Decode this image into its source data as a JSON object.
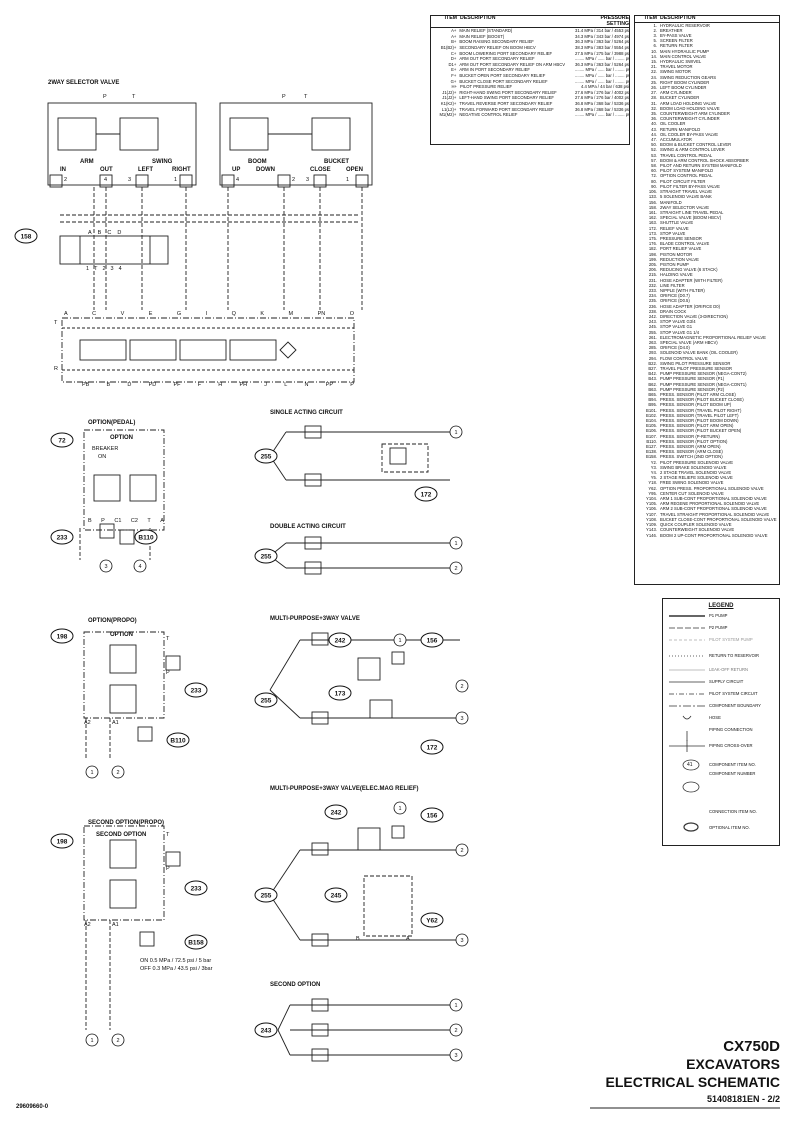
{
  "pressure_table": {
    "headers": [
      "ITEM",
      "DESCRIPTION",
      "PRESSURE SETTING"
    ],
    "rows": [
      [
        "A+",
        "MAIN RELIEF (STANDARD)",
        "31.4 MPa / 314 bar / 4553 psi"
      ],
      [
        "A+",
        "MAIN RELIEF (BOOST)",
        "34.3 MPa / 343 bar / 4974 psi"
      ],
      [
        "B+",
        "BOOM RAISING SECONDARY RELIEF",
        "36.3 MPa / 363 bar / 5264 psi"
      ],
      [
        "B1(B2)+",
        "SECONDARY RELIEF ON BOOM HBCV",
        "38.3 MPa / 383 bar / 5554 psi"
      ],
      [
        "C+",
        "BOOM LOWERING PORT SECONDARY RELIEF",
        "27.5 MPa / 275 bar / 3988 psi"
      ],
      [
        "D+",
        "ARM OUT PORT SECONDARY RELIEF",
        "........ MPa / ...... bar / ........ psi"
      ],
      [
        "D1+",
        "ARM OUT PORT SECONDARY RELIEF ON ARM HBCV",
        "36.3 MPa / 363 bar / 5264 psi"
      ],
      [
        "E+",
        "ARM IN PORT SECONDARY RELIEF",
        "........ MPa / ...... bar / ........ psi"
      ],
      [
        "F+",
        "BUCKET OPEN PORT SECONDARY RELIEF",
        "........ MPa / ...... bar / ........ psi"
      ],
      [
        "G+",
        "BUCKET CLOSE PORT SECONDARY RELIEF",
        "........ MPa / ...... bar / ........ psi"
      ],
      [
        "H+",
        "PILOT PRESSURE RELIEF",
        "4.4 MPa / 44 bar / 638 psi"
      ],
      [
        "J1(J2)+",
        "RIGHT-HAND SWING PORT SECONDARY RELIEF",
        "27.6 MPa / 276 bar / 4002 psi"
      ],
      [
        "J1(J2)+",
        "LEFT-HAND SWING PORT SECONDARY RELIEF",
        "27.6 MPa / 276 bar / 4002 psi"
      ],
      [
        "K1(K2)+",
        "TRAVEL REVERSE PORT SECONDARY RELIEF",
        "36.8 MPa / 368 bar / 5336 psi"
      ],
      [
        "L1(L2)+",
        "TRAVEL FORWARD PORT SECONDARY RELIEF",
        "36.8 MPa / 368 bar / 5336 psi"
      ],
      [
        "M1(M2)+",
        "NEGATIVE CONTROL RELIEF",
        "........ MPa / ...... bar / ........ psi"
      ]
    ]
  },
  "item_table": {
    "headers": [
      "ITEM",
      "DESCRIPTION"
    ],
    "rows": [
      [
        "1.",
        "HYDRAULIC RESERVOIR"
      ],
      [
        "2.",
        "BREATHER"
      ],
      [
        "3.",
        "BY-PASS VALVE"
      ],
      [
        "5.",
        "SCREEN FILTER"
      ],
      [
        "6.",
        "RETURN FILTER"
      ],
      [
        "10.",
        "MAIN HYDRAULIC PUMP"
      ],
      [
        "14.",
        "MAIN CONTROL VALVE"
      ],
      [
        "15.",
        "HYDRAULIC SWIVEL"
      ],
      [
        "21.",
        "TRAVEL MOTOR"
      ],
      [
        "22.",
        "SWING MOTOR"
      ],
      [
        "24.",
        "SWING REDUCTION GEARS"
      ],
      [
        "25.",
        "RIGHT BOOM CYLINDER"
      ],
      [
        "26.",
        "LEFT BOOM CYLINDER"
      ],
      [
        "27.",
        "ARM CYLINDER"
      ],
      [
        "28.",
        "BUCKET CYLINDER"
      ],
      [
        "31.",
        "ARM LOAD HOLDING VALVE"
      ],
      [
        "32.",
        "BOOM LOAD HOLDING VALVE"
      ],
      [
        "35.",
        "COUNTERWEIGHT ARM CYLINDER"
      ],
      [
        "36.",
        "COUNTERWEIGHT CYLINDER"
      ],
      [
        "40.",
        "OIL COOLER"
      ],
      [
        "43.",
        "RETURN MANIFOLD"
      ],
      [
        "44.",
        "OIL COOLER BY-PASS VALVE"
      ],
      [
        "47.",
        "ACCUMULATOR"
      ],
      [
        "50.",
        "BOOM & BUCKET CONTROL LEVER"
      ],
      [
        "52.",
        "SWING & ARM CONTROL LEVER"
      ],
      [
        "53.",
        "TRAVEL CONTROL PEDAL"
      ],
      [
        "57.",
        "BOOM & ARM CONTROL SHOCK ABSORBER"
      ],
      [
        "58.",
        "PILOT AND RETURN SYSTEM MANIFOLD"
      ],
      [
        "60.",
        "PILOT SYSTEM MANIFOLD"
      ],
      [
        "72.",
        "OPTION CONTROL PEDAL"
      ],
      [
        "80.",
        "PILOT CIRCUIT FILTER"
      ],
      [
        "90.",
        "PILOT FILTER BY-PASS VALVE"
      ],
      [
        "106.",
        "STRAIGHT TRAVEL VALVE"
      ],
      [
        "133.",
        "5 SOLENOID VALVE BANK"
      ],
      [
        "156.",
        "MANIFOLD"
      ],
      [
        "158.",
        "2WAY SELECTOR VALVE"
      ],
      [
        "161.",
        "STRAIGHT LINE TRAVEL PEDAL"
      ],
      [
        "162.",
        "SPECIAL VALVE (BOOM HBCV)"
      ],
      [
        "163.",
        "SHUTTLE VALVE"
      ],
      [
        "172.",
        "RELIEF VALVE"
      ],
      [
        "173.",
        "STOP VALVE"
      ],
      [
        "175.",
        "PRESSURE SENSOR"
      ],
      [
        "176.",
        "BLADE CONTROL VALVE"
      ],
      [
        "182.",
        "PORT RELIEF VALVE"
      ],
      [
        "198.",
        "PISTON MOTOR"
      ],
      [
        "199.",
        "REDUCTION VALVE"
      ],
      [
        "205.",
        "PISTON PUMP"
      ],
      [
        "206.",
        "REDUCING VALVE (6 STACK)"
      ],
      [
        "215.",
        "HALDING VALVE"
      ],
      [
        "231.",
        "HOSE ADAPTER (WITH FILTER)"
      ],
      [
        "232.",
        "LINE FILTER"
      ],
      [
        "233.",
        "NIPPLE (WITH FILTER)"
      ],
      [
        "234.",
        "ORIFICE (D0.7)"
      ],
      [
        "235.",
        "ORIFICE (D0.5)"
      ],
      [
        "236.",
        "HOSE ADAPTER (ORIFICE D0)"
      ],
      [
        "238.",
        "DRAIN COCK"
      ],
      [
        "242.",
        "DIRECTION VALVE (3-DIRECTION)"
      ],
      [
        "243.",
        "STOP VALVE G3/4"
      ],
      [
        "245.",
        "STOP VALVE G1"
      ],
      [
        "255.",
        "STOP VALVE G1 1/4"
      ],
      [
        "261.",
        "ELECTROMAGNETIC PROPORTIONAL RELIEF VALVE"
      ],
      [
        "263.",
        "SPECIAL VALVE (ARM HBCV)"
      ],
      [
        "285.",
        "ORIFICE (D4.0)"
      ],
      [
        "293.",
        "SOLENOID VALVE BANK (OIL COOLER)"
      ],
      [
        "294.",
        "FLOW CONTROL VALVE"
      ],
      [
        "B22.",
        "SWING PILOT PRESSURE SENSOR"
      ],
      [
        "B27.",
        "TRAVEL PILOT PRESSURE SENSOR"
      ],
      [
        "B42.",
        "PUMP PRESSURE SENSOR (NEGA-CONT2)"
      ],
      [
        "B43.",
        "PUMP PRESSURE SENSOR (P1)"
      ],
      [
        "B62.",
        "PUMP PRESSURE SENSOR (NEGA-CONT1)"
      ],
      [
        "B63.",
        "PUMP PRESSURE SENSOR (P2)"
      ],
      [
        "B65.",
        "PRESS. SENSOR (PILOT ARM CLOSE)"
      ],
      [
        "B94.",
        "PRESS. SENSOR (PILOT BUCKET CLOSE)"
      ],
      [
        "B95.",
        "PRESS. SENSOR (PILOT BOOM UP)"
      ],
      [
        "B101.",
        "PRESS. SENSOR (TRAVEL PILOT RIGHT)"
      ],
      [
        "B102.",
        "PRESS. SENSOR (TRAVEL PILOT LEFT)"
      ],
      [
        "B104.",
        "PRESS. SENSOR (PILOT BOOM DOWN)"
      ],
      [
        "B105.",
        "PRESS. SENSOR (PILOT ARM OPEN)"
      ],
      [
        "B106.",
        "PRESS. SENSOR (PILOT BUCKET OPEN)"
      ],
      [
        "B107.",
        "PRESS. SENSOR (P-RETURN)"
      ],
      [
        "B110.",
        "PRESS. SENSOR (PILOT OPTION)"
      ],
      [
        "B127.",
        "PRESS. SENSOR (ARM OPEN)"
      ],
      [
        "B138.",
        "PRESS. SENSOR (ARM CLOSE)"
      ],
      [
        "B158.",
        "PRESS. SWITCH (2ND OPTION)"
      ],
      [
        "Y2.",
        "PILOT PRESSURE SOLENOID VALVE"
      ],
      [
        "Y3.",
        "SWING BRAKE SOLENOID VALVE"
      ],
      [
        "Y4.",
        "2 STAGE TRAVEL SOLENOID VALVE"
      ],
      [
        "Y5.",
        "2 STAGE RELIEFE SOLENOID VALVE"
      ],
      [
        "Y18.",
        "FREE SWING SOLENOID VALVE"
      ],
      [
        "Y62.",
        "OPTION PRESS. PROPORTIONAL SOLENOID VALVE"
      ],
      [
        "Y95.",
        "CENTER CUT SOLENOID VALVE"
      ],
      [
        "Y104.",
        "ARM 1 SUB-CONT PROPORTIONAL SOLENOID VALVE"
      ],
      [
        "Y105.",
        "ARM REGENE PROPORTIONAL SOLENOID VALVE"
      ],
      [
        "Y106.",
        "ARM 2 SUB-CONT PROPORTIONAL SOLENOID VALVE"
      ],
      [
        "Y107.",
        "TRAVEL STRAIGHT PROPORTIONAL SOLENOID VALVE"
      ],
      [
        "Y108.",
        "BUCKET CLOSE-CONT PROPORTIONAL SOLENOID VALVE"
      ],
      [
        "Y109.",
        "QUICK COUPLER SOLENOID VALVE"
      ],
      [
        "Y143.",
        "COUNTERWEIGHT SOLENOID VALVE"
      ],
      [
        "Y146.",
        "BOOM 2 UP-CONT PROPORTIONAL SOLENOID VALVE"
      ]
    ]
  },
  "selector": {
    "title": "2WAY SELECTOR VALVE",
    "left": {
      "top_ports": [
        "P",
        "T"
      ],
      "functions": [
        "ARM",
        "SWING"
      ],
      "bottom": [
        "IN",
        "OUT",
        "LEFT",
        "RIGHT"
      ],
      "nums": [
        "2",
        "4",
        "3",
        "1"
      ]
    },
    "right": {
      "top_ports": [
        "P",
        "T"
      ],
      "functions": [
        "BOOM",
        "BUCKET"
      ],
      "bottom": [
        "UP",
        "DOWN",
        "CLOSE",
        "OPEN"
      ],
      "nums": [
        "4",
        "2",
        "3",
        "1"
      ]
    },
    "item": "158",
    "bank_top": [
      "A",
      "B",
      "C",
      "D"
    ],
    "bank_bottom": [
      "1",
      "T",
      "2",
      "3",
      "4"
    ]
  },
  "mcv": {
    "top_ports": [
      "A",
      "C",
      "V",
      "E",
      "G",
      "I",
      "Q",
      "K",
      "M",
      "PN",
      "O"
    ],
    "bottom_ports": [
      "PB",
      "B",
      "D",
      "PD",
      "PF",
      "F",
      "H",
      "PH",
      "J",
      "L",
      "N",
      "PP",
      "P"
    ],
    "side": [
      "T",
      "R"
    ]
  },
  "option_pedal": {
    "title": "OPTION(PEDAL)",
    "box": "OPTION",
    "breaker": "BREAKER",
    "on": "ON",
    "item": "72",
    "ports": [
      "B",
      "P",
      "C1",
      "C2",
      "T",
      "A"
    ],
    "items": [
      "233",
      "B110"
    ],
    "markers": [
      "3",
      "4"
    ]
  },
  "single_acting": {
    "title": "SINGLE ACTING CIRCUIT",
    "items": [
      "255",
      "172"
    ],
    "markers": [
      "1"
    ]
  },
  "double_acting": {
    "title": "DOUBLE ACTING CIRCUIT",
    "items": [
      "255"
    ],
    "markers": [
      "1",
      "2"
    ]
  },
  "option_propo": {
    "title": "OPTION(PROPO)",
    "box": "OPTION",
    "item": "198",
    "ports": [
      "T",
      "P",
      "A2",
      "A1"
    ],
    "items": [
      "233",
      "B110"
    ],
    "markers": [
      "1",
      "2"
    ]
  },
  "multi_3way": {
    "title": "MULTI-PURPOSE+3WAY VALVE",
    "items": [
      "242",
      "156",
      "173",
      "255",
      "172"
    ],
    "markers": [
      "1",
      "2",
      "3"
    ]
  },
  "second_option": {
    "title": "SECOND OPTION(PROPO)",
    "box": "SECOND OPTION",
    "item": "198",
    "ports": [
      "T",
      "P",
      "A2",
      "A1"
    ],
    "items": [
      "233",
      "B158"
    ],
    "note_on": "ON   0.5 MPa / 72.5 psi / 5 bar",
    "note_off": "OFF  0.3 MPa / 43.5 psi / 3bar",
    "markers": [
      "1",
      "2"
    ]
  },
  "multi_3way_elec": {
    "title": "MULTI-PURPOSE+3WAY VALVE(ELEC.MAG RELIEF)",
    "items": [
      "242",
      "156",
      "245",
      "255",
      "Y62"
    ],
    "ports": [
      "B",
      "A"
    ],
    "markers": [
      "1",
      "2",
      "3"
    ]
  },
  "second_option_circ": {
    "title": "SECOND OPTION",
    "items": [
      "243"
    ],
    "markers": [
      "1",
      "2",
      "3"
    ]
  },
  "legend": {
    "title": "LEGEND",
    "rows": [
      "P1 PUMP",
      "P2 PUMP",
      "PILOT SYSTEM PUMP",
      "RETURN TO RESERVOIR",
      "LEAK-OFF RETURN",
      "SUPPLY CIRCUIT",
      "PILOT SYSTEM CIRCUIT",
      "COMPONENT BOUNDARY",
      "HOSE",
      "PIPING CONNECTION",
      "PIPING CROSS-OVER",
      "COMPONENT ITEM NO.",
      "COMPONENT NUMBER",
      "CONNECTION ITEM NO.",
      "OPTIONAL ITEM NO."
    ],
    "sample_item": "41"
  },
  "title_block": {
    "model": "CX750D",
    "type": "EXCAVATORS",
    "doc": "ELECTRICAL SCHEMATIC",
    "part": "51408181EN - 2/2"
  },
  "footer_code": "29609660-0"
}
